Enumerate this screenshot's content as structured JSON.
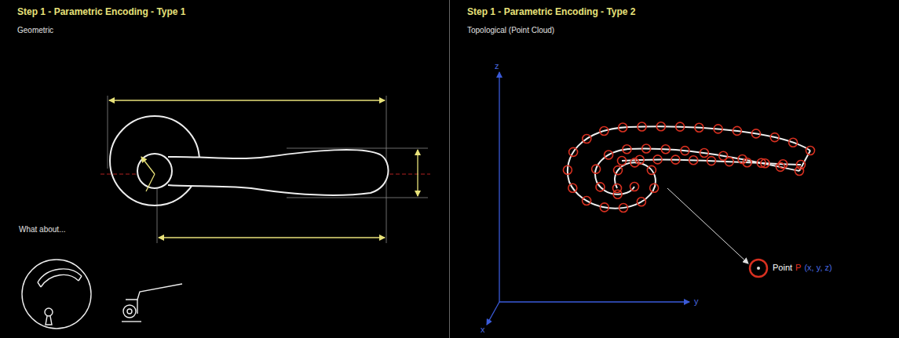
{
  "diagram": {
    "labels": [
      "Step 1 - Parametric Encoding - Type 1",
      "Geometric",
      "What about...",
      "Step 1 - Parametric Encoding - Type 2",
      "Topological (Point Cloud)",
      "z",
      "y",
      "x",
      "Point",
      "P",
      "(x, y, z)"
    ]
  }
}
